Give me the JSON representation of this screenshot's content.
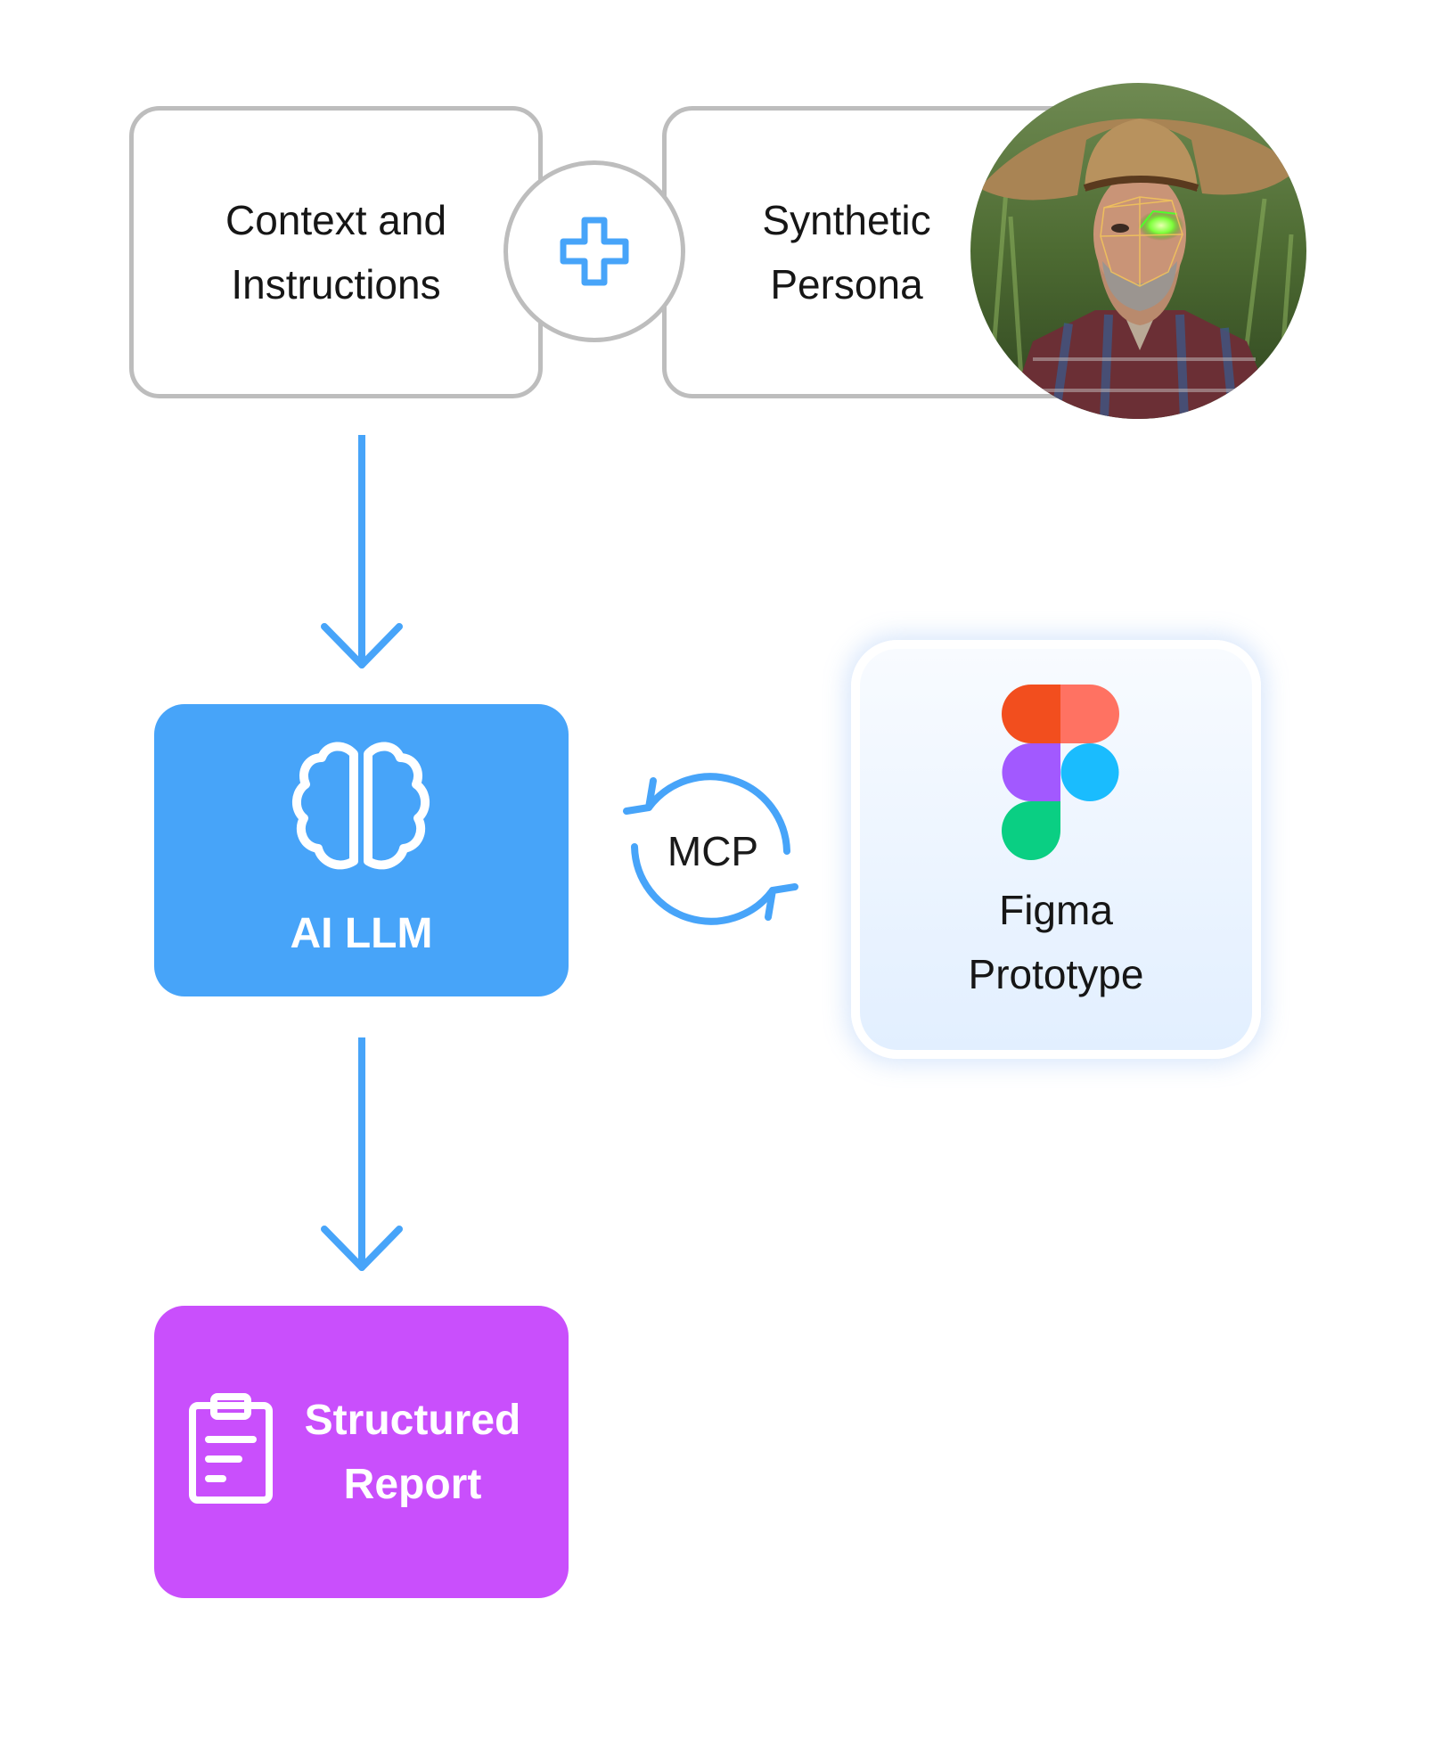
{
  "context_box": {
    "label": "Context and\nInstructions"
  },
  "plus": {
    "icon": "plus-icon"
  },
  "persona_box": {
    "label": "Synthetic\nPersona",
    "photo": "persona-portrait"
  },
  "llm": {
    "label": "AI LLM",
    "icon": "brain-icon"
  },
  "mcp": {
    "label": "MCP",
    "icon": "cycle-arrows-icon"
  },
  "figma": {
    "label": "Figma\nPrototype",
    "icon": "figma-logo"
  },
  "report": {
    "label": "Structured\nReport",
    "icon": "clipboard-icon"
  },
  "colors": {
    "accent_blue": "#47a4f9",
    "report_purple": "#c94ffc",
    "border_gray": "#bdbdbd",
    "figma_red": "#f24e1e",
    "figma_coral": "#ff7262",
    "figma_purple": "#a259ff",
    "figma_blue": "#1abcfe",
    "figma_green": "#0acf83"
  }
}
